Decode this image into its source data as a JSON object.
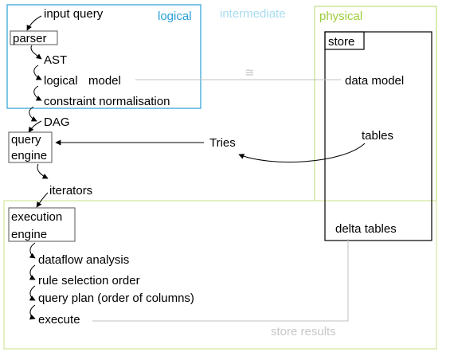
{
  "regions": {
    "logical": {
      "title": "logical",
      "color": "#2a9fd6"
    },
    "intermediate": {
      "title": "intermediate",
      "color": "#a8dcef"
    },
    "physical": {
      "title": "physical",
      "color": "#9ccc3c"
    }
  },
  "nodes": {
    "input_query": "input query",
    "parser": "parser",
    "ast": "AST",
    "logical_model": "logical",
    "logical_model_2": "model",
    "constraint_normalisation": "constraint normalisation",
    "dag": "DAG",
    "query_engine_1": "query",
    "query_engine_2": "engine",
    "iterators": "iterators",
    "execution_engine_1": "execution",
    "execution_engine_2": "engine",
    "dataflow_analysis": "dataflow analysis",
    "rule_selection_order": "rule selection order",
    "query_plan": "query plan (order of columns)",
    "execute": "execute",
    "store": "store",
    "data_model": "data model",
    "tables": "tables",
    "tries": "Tries",
    "delta_tables": "delta tables",
    "approx_symbol": "≅",
    "store_results": "store results"
  }
}
